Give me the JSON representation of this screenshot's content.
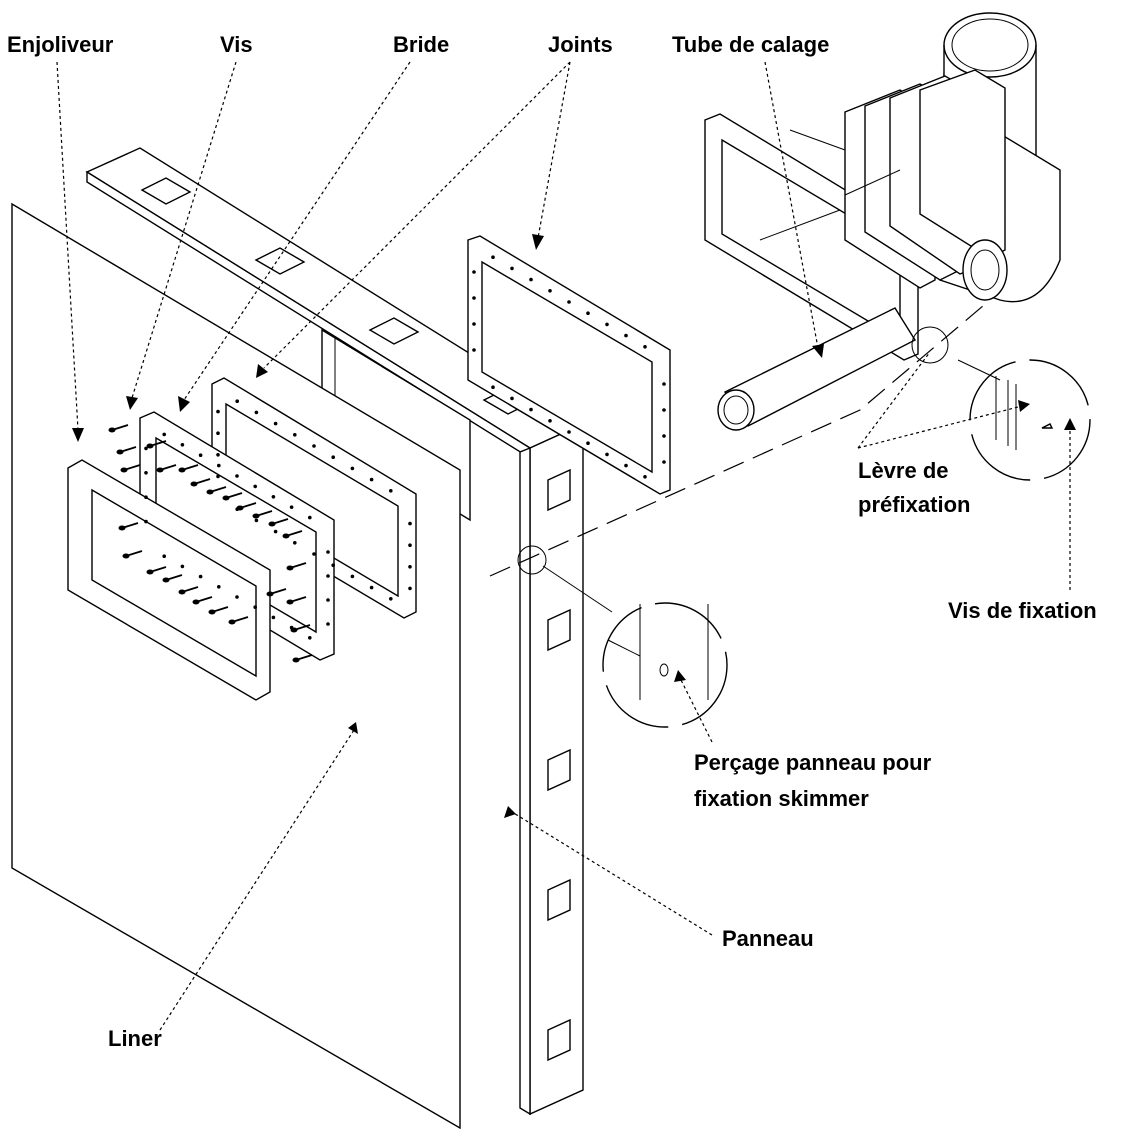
{
  "labels": {
    "enjoliveur": "Enjoliveur",
    "vis": "Vis",
    "bride": "Bride",
    "joints": "Joints",
    "tube": "Tube de calage",
    "levre_1": "Lèvre de",
    "levre_2": "préfixation",
    "vis_fixation": "Vis de fixation",
    "percage_1": "Perçage panneau pour",
    "percage_2": "fixation skimmer",
    "panneau": "Panneau",
    "liner": "Liner"
  }
}
